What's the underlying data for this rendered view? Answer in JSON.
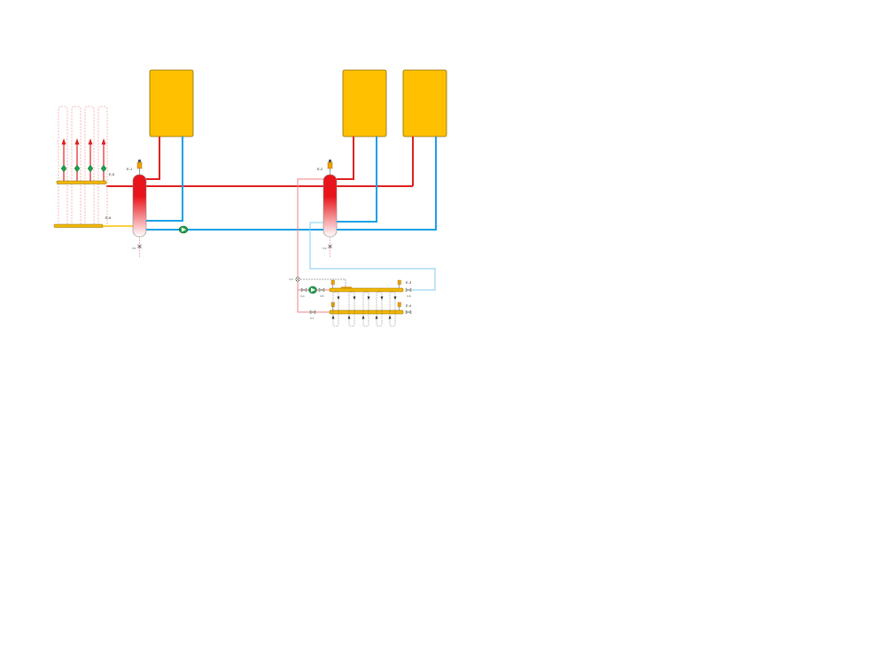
{
  "colors": {
    "boiler": "#FFC000",
    "boiler_stroke": "#8a6a00",
    "supply": "#E02020",
    "return": "#1AA0E6",
    "supply_light": "#F08080",
    "return_light": "#7FCCF0",
    "manifold": "#F2B705",
    "pump": "#1E9E4A",
    "bottle_top": "#E8141B",
    "bottle_bottom": "#FFFFFF",
    "yellow_pipe": "#FFC000"
  },
  "labels": {
    "bottle_1": "E-1",
    "bottle_2": "E-2",
    "manifold_left_top": "E-5",
    "manifold_left_bottom": "E-6",
    "manifold_right_top": "E-3",
    "manifold_right_bottom": "E-4",
    "drain_1": "V-1",
    "drain_2": "V-2",
    "valve_a": "V-3",
    "valve_b": "V-4",
    "valve_c": "V-5",
    "valve_d": "V-6",
    "valve_e": "V-7"
  },
  "icons": {
    "boiler": "boiler-unit-icon",
    "pump": "circulation-pump-icon",
    "air_vent": "air-vent-icon",
    "valve": "ball-valve-icon",
    "arrow": "flow-arrow-icon"
  }
}
